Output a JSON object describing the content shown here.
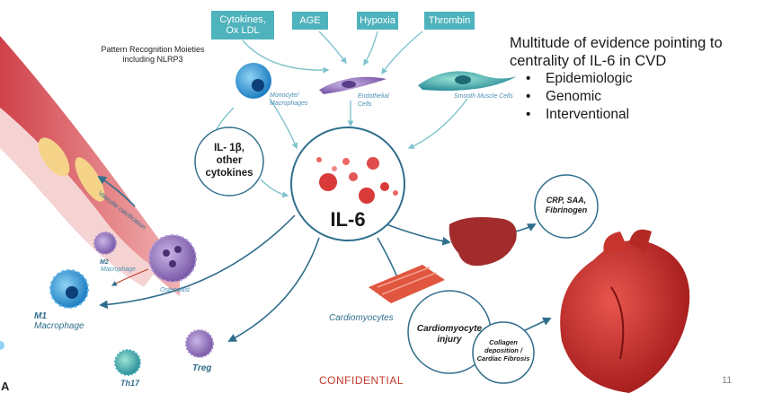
{
  "top_inputs": {
    "cytokines": "Cytokines,\nOx LDL",
    "age": "AGE",
    "hypoxia": "Hypoxia",
    "thrombin": "Thrombin"
  },
  "pattern_recognition": "Pattern Recognition Moieties\nincluding NLRP3",
  "cells": {
    "monocyte": "Monocyte/\nMacrophages",
    "endothelial": "Endothelial\nCells",
    "smooth_muscle": "Smooth Muscle Cells",
    "osteoclast": "Osteoclast",
    "m2": "M2",
    "m2_sub": "Macrophage",
    "m1": "M1",
    "m1_sub": "Macrophage",
    "treg": "Treg",
    "th17": "Th17",
    "cardiomyocytes": "Cardiomyocytes"
  },
  "il1b_circle": "IL- 1β,\nother\ncytokines",
  "center_label": "IL-6",
  "vascular_calcification": "Vascular calcification",
  "crp_circle": "CRP, SAA,\nFibrinogen",
  "injury_circle": "Cardiomyocyte\ninjury",
  "fibrosis_circle": "Collagen\ndeposition /\nCardiac Fibrosis",
  "side_panel": {
    "title": "Multitude of evidence pointing to centrality of IL-6 in CVD",
    "bullets": [
      "Epidemiologic",
      "Genomic",
      "Interventional"
    ]
  },
  "footer": {
    "confidential": "CONFIDENTIAL",
    "page_number": "11",
    "corner_letter": "A"
  },
  "colors": {
    "teal_box": "#4fb3bd",
    "arrow": "#2f6d8c",
    "il6_dot": "#d83a3a",
    "confidential": "#c0392b"
  }
}
